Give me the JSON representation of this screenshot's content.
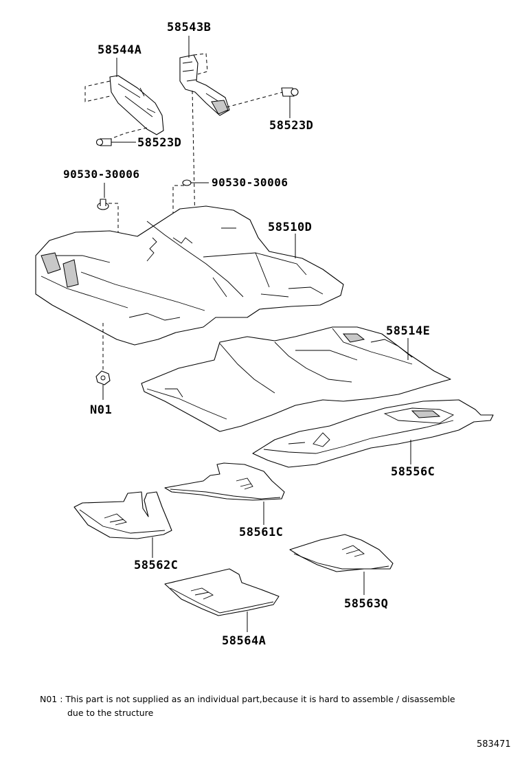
{
  "labels": {
    "p58543B": "58543B",
    "p58544A": "58544A",
    "p58523D_right": "58523D",
    "p58523D_left": "58523D",
    "p90530_left": "90530-30006",
    "p90530_right": "90530-30006",
    "p58510D": "58510D",
    "p58514E": "58514E",
    "pN01": "N01",
    "p58556C": "58556C",
    "p58561C": "58561C",
    "p58562C": "58562C",
    "p58563Q": "58563Q",
    "p58564A": "58564A"
  },
  "note": {
    "line1": "N01 : This part is not supplied as an individual part,because it is hard to assemble / disassemble",
    "line2": "due to the structure"
  },
  "figure_number": "583471"
}
